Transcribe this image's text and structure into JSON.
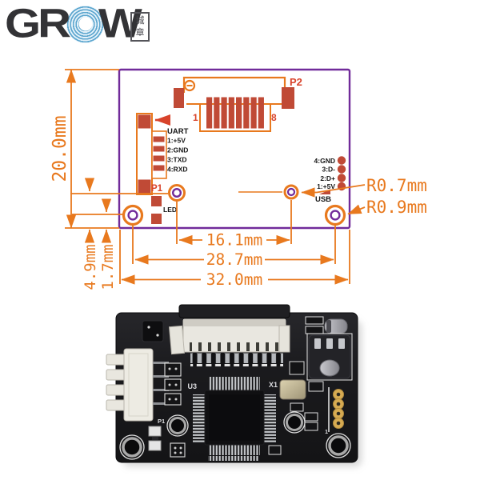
{
  "brand": {
    "name_left": "GR",
    "name_right": "W",
    "seal_top": "城",
    "seal_bottom": "章"
  },
  "colors": {
    "accent_orange": "#E8791E",
    "outline_purple": "#712B9A",
    "pad_brick": "#C04A36",
    "label_red": "#D8432B",
    "logo_blue": "#5EA7CF"
  },
  "diagram": {
    "p2": {
      "label": "P2",
      "pin_first": "1",
      "pin_last": "8"
    },
    "uart": {
      "title": "UART",
      "pins": [
        "1:+5V",
        "2:GND",
        "3:TXD",
        "4:RXD"
      ],
      "p1_label": "P1",
      "led_label": "LED"
    },
    "usb": {
      "title": "USB",
      "pins": [
        "4:GND",
        "3:D-",
        "2:D+",
        "1:+5V"
      ]
    },
    "dims": {
      "board_height": "20.0mm",
      "p1_hole_offset": "4.9mm",
      "corner_hole_offset": "1.7mm",
      "inner_hole_span": "16.1mm",
      "outer_hole_span": "28.7mm",
      "board_width": "32.0mm",
      "small_hole_radius": "R0.7mm",
      "large_hole_radius": "R0.9mm"
    }
  },
  "photo": {
    "silkscreen_u3": "U3",
    "silkscreen_x1": "X1",
    "silkscreen_p1": "P1",
    "silkscreen_pin1": "1"
  }
}
